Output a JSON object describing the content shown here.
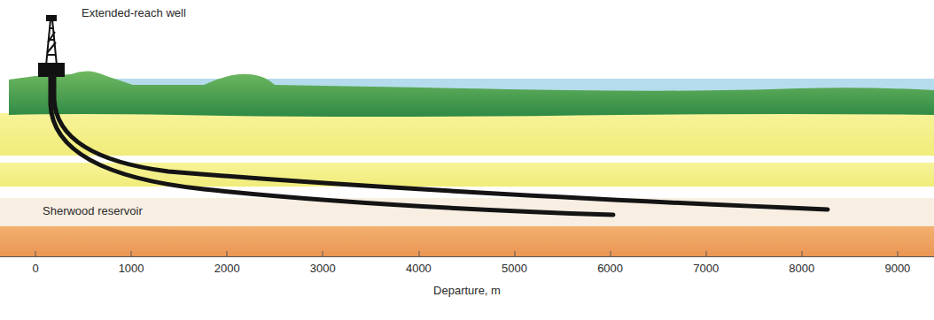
{
  "diagram": {
    "labels": [
      "Extended-reach well",
      "Sherwood reservoir",
      "0",
      "1000",
      "2000",
      "3000",
      "4000",
      "5000",
      "6000",
      "7000",
      "8000",
      "9000",
      "Departure, m"
    ]
  }
}
